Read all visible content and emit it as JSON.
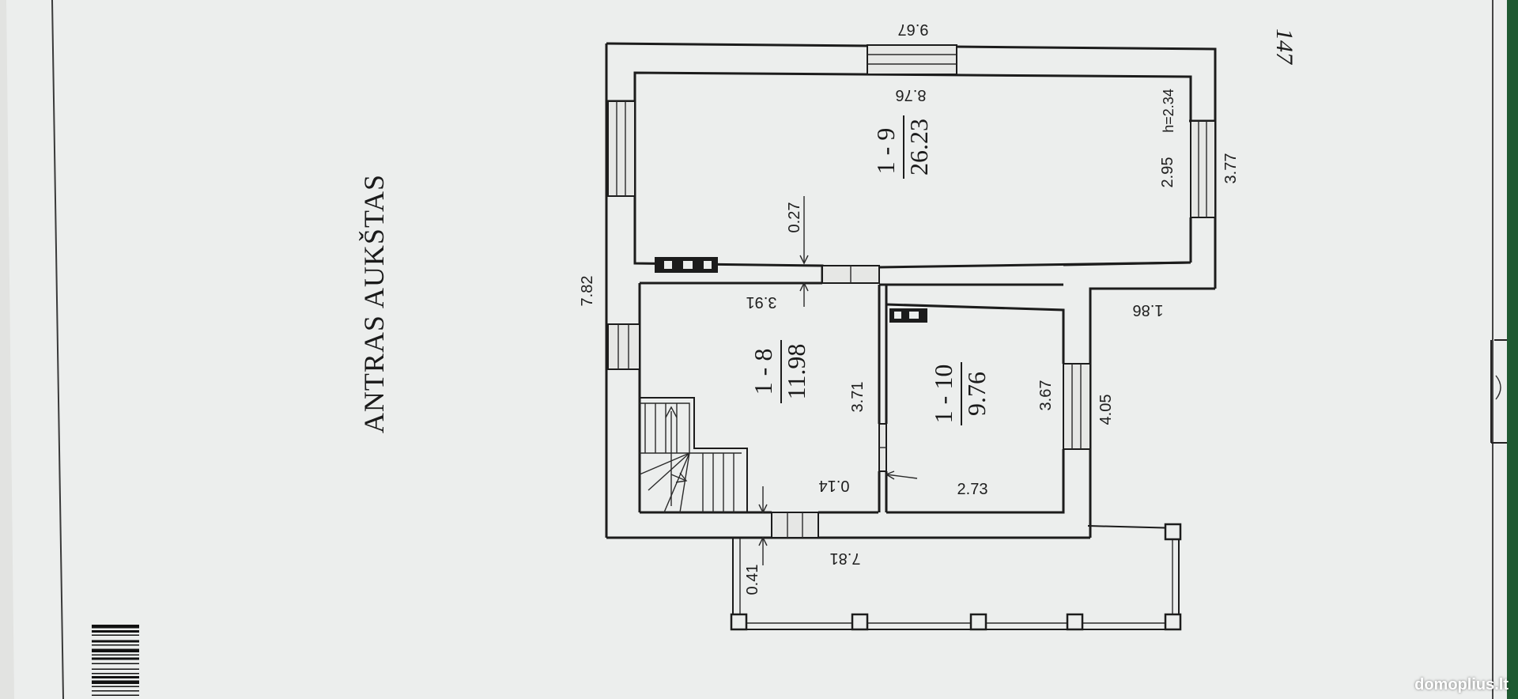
{
  "floor_title": "ANTRAS AUKŠTAS",
  "handwritten_note": "147",
  "watermark": "domoplius.lt",
  "rooms": [
    {
      "id": "1 - 9",
      "area": "26.23"
    },
    {
      "id": "1 - 8",
      "area": "11.98"
    },
    {
      "id": "1 - 10",
      "area": "9.76"
    }
  ],
  "dimensions": {
    "top_width": "9.67",
    "room9_inner_width": "8.76",
    "height_note": "h=2.34",
    "room9_depth": "2.95",
    "right_wall": "3.77",
    "left_total": "7.82",
    "wall_thickness": "0.27",
    "room8_width": "3.91",
    "step": "1.86",
    "room8_depth": "3.71",
    "room10_depth": "3.67",
    "right_lower": "4.05",
    "partition": "0.14",
    "room10_width": "2.73",
    "balcony_width": "7.81",
    "balcony_offset": "0.41"
  },
  "colors": {
    "paper": "#eceeed",
    "ink": "#1c1c1c",
    "background": "#e3e4e2",
    "green_edge": "#1f5a32"
  }
}
